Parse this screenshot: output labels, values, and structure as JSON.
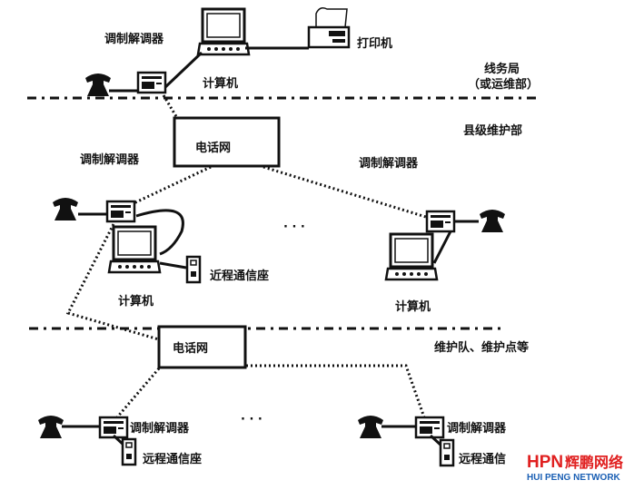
{
  "labels": {
    "modem": "调制解调器",
    "computer": "计算机",
    "printer": "打印机",
    "phone_network": "电话网",
    "near_station": "近程通信座",
    "remote_station": "远程通信座",
    "remote_station_cut": "远程通信",
    "ellipsis": "· · ·"
  },
  "levels": {
    "top_line1": "线务局",
    "top_line2": "（或运维部）",
    "middle": "县级维护部",
    "bottom": "维护队、维护点等"
  },
  "watermark": {
    "brand": "HPN",
    "brand_cn": "辉鹏网络",
    "subtitle": "HUI PENG NETWORK",
    "brand_color": "#e02020",
    "subtitle_color": "#1a5fb4"
  }
}
